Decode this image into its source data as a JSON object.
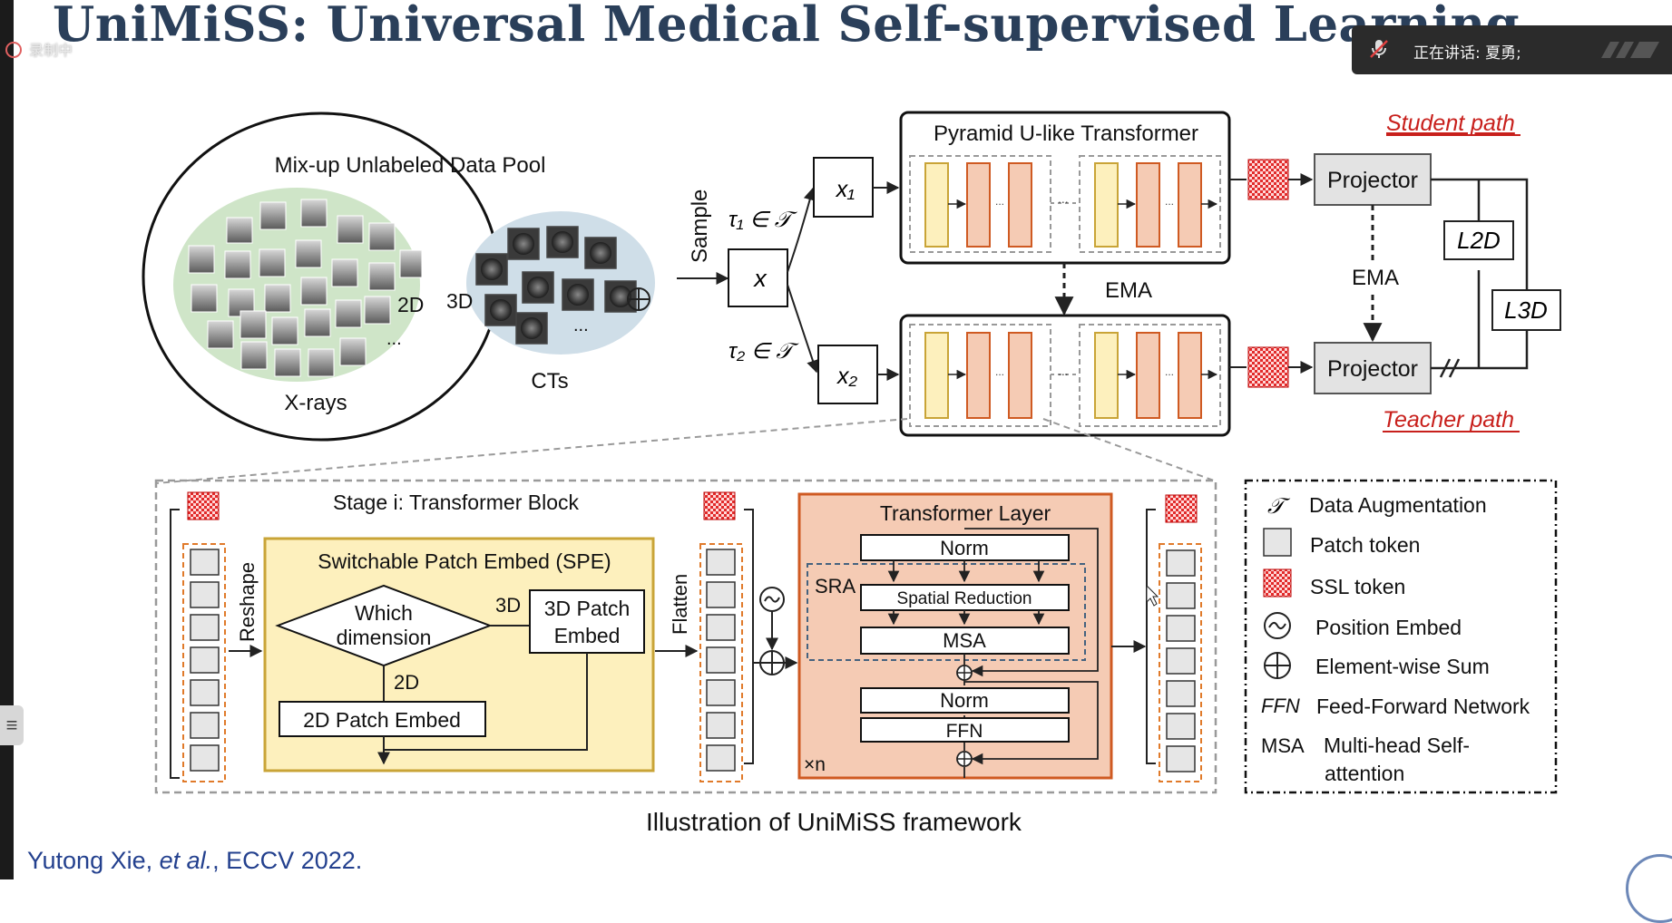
{
  "slide": {
    "title": "UniMiSS: Universal Medical Self-supervised Learning",
    "caption": "Illustration of UniMiSS framework",
    "citation_author": "Yutong Xie, ",
    "citation_etal": "et al.",
    "citation_venue": ", ECCV 2022."
  },
  "overlay": {
    "recording_label": "录制中",
    "speaking_label": "正在讲话: 夏勇;",
    "menu_glyph": "≡"
  },
  "diagram": {
    "data_pool": {
      "title": "Mix-up Unlabeled Data Pool",
      "xray_label": "X-rays",
      "ct_label": "CTs",
      "label_2d": "2D",
      "label_3d": "3D",
      "ellipsis": "..."
    },
    "sample_label": "Sample",
    "x_label": "x",
    "tau1": "τ₁ ∈ 𝒯",
    "tau2": "τ₂ ∈ 𝒯",
    "x1_label": "x₁",
    "x2_label": "x₂",
    "transformer_title": "Pyramid U-like Transformer",
    "ema_center": "EMA",
    "ema_right": "EMA",
    "projector_top": "Projector",
    "projector_bottom": "Projector",
    "student_path": "Student path",
    "teacher_path": "Teacher path",
    "loss_2d": "L2D",
    "loss_3d": "L3D",
    "dots": "...",
    "stage": {
      "title": "Stage i:   Transformer Block",
      "reshape": "Reshape",
      "flatten": "Flatten",
      "spe_title": "Switchable Patch Embed (SPE)",
      "which_line1": "Which",
      "which_line2": "dimension",
      "label_3d": "3D",
      "label_2d": "2D",
      "patch3d_line1": "3D Patch",
      "patch3d_line2": "Embed",
      "patch2d": "2D Patch Embed",
      "tl_title": "Transformer Layer",
      "norm1": "Norm",
      "sra": "SRA",
      "spatial_reduction": "Spatial Reduction",
      "msa": "MSA",
      "norm2": "Norm",
      "ffn": "FFN",
      "repeat": "×n"
    },
    "legend": [
      {
        "symbol": "𝒯",
        "label": "Data Augmentation"
      },
      {
        "symbol": "patch",
        "label": "Patch token"
      },
      {
        "symbol": "ssl",
        "label": "SSL token"
      },
      {
        "symbol": "~",
        "label": "Position Embed"
      },
      {
        "symbol": "⊕",
        "label": "Element-wise Sum"
      },
      {
        "symbol": "FFN",
        "label": "Feed-Forward Network"
      },
      {
        "symbol": "MSA",
        "label": "Multi-head Self-",
        "label2": "attention"
      }
    ],
    "colors": {
      "yellow_fill": "#fdf0bd",
      "yellow_border": "#c9a437",
      "salmon_fill": "#f5cbb4",
      "salmon_border": "#cf5a22",
      "red_text": "#c8201c",
      "ssl_red": "#e12a2a",
      "green_pool": "#cfe5c8",
      "blue_pool": "#cfdee8"
    }
  }
}
